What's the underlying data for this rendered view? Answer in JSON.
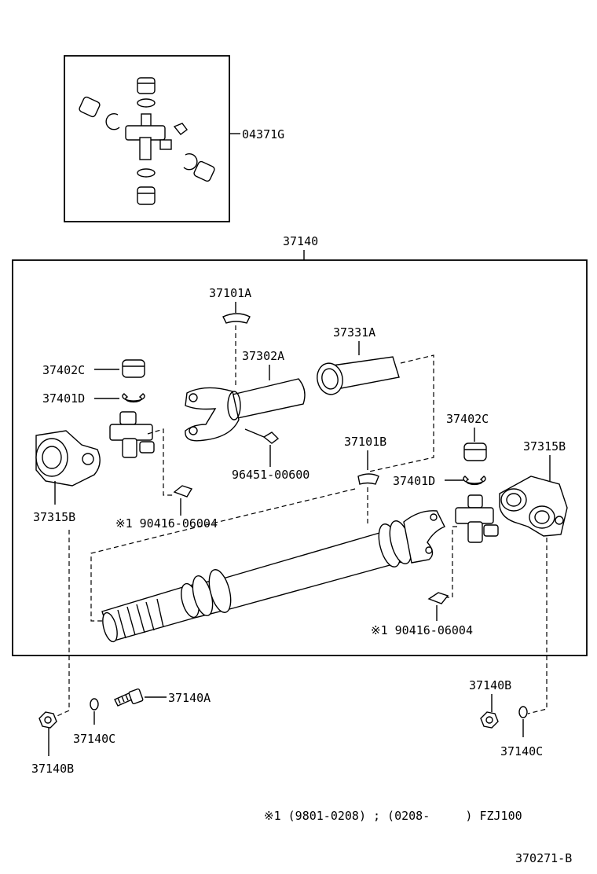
{
  "colors": {
    "line": "#000000",
    "background": "#ffffff"
  },
  "labels": {
    "kit": "04371G",
    "assembly": "37140",
    "p37101A": "37101A",
    "p37331A": "37331A",
    "p37302A": "37302A",
    "p37402C_l": "37402C",
    "p37401D_l": "37401D",
    "p37315B_l": "37315B",
    "p96451": "96451-00600",
    "p37101B": "37101B",
    "p37402C_r": "37402C",
    "p37401D_r": "37401D",
    "p37315B_r": "37315B",
    "grease_l": "※1 90416-06004",
    "grease_r": "※1 90416-06004",
    "p37140A": "37140A",
    "p37140C_l": "37140C",
    "p37140B_l": "37140B",
    "p37140B_r": "37140B",
    "p37140C_r": "37140C",
    "footnote": "※1 (9801-0208) ; (0208-     ) FZJ100",
    "figure_no": "370271-B"
  }
}
